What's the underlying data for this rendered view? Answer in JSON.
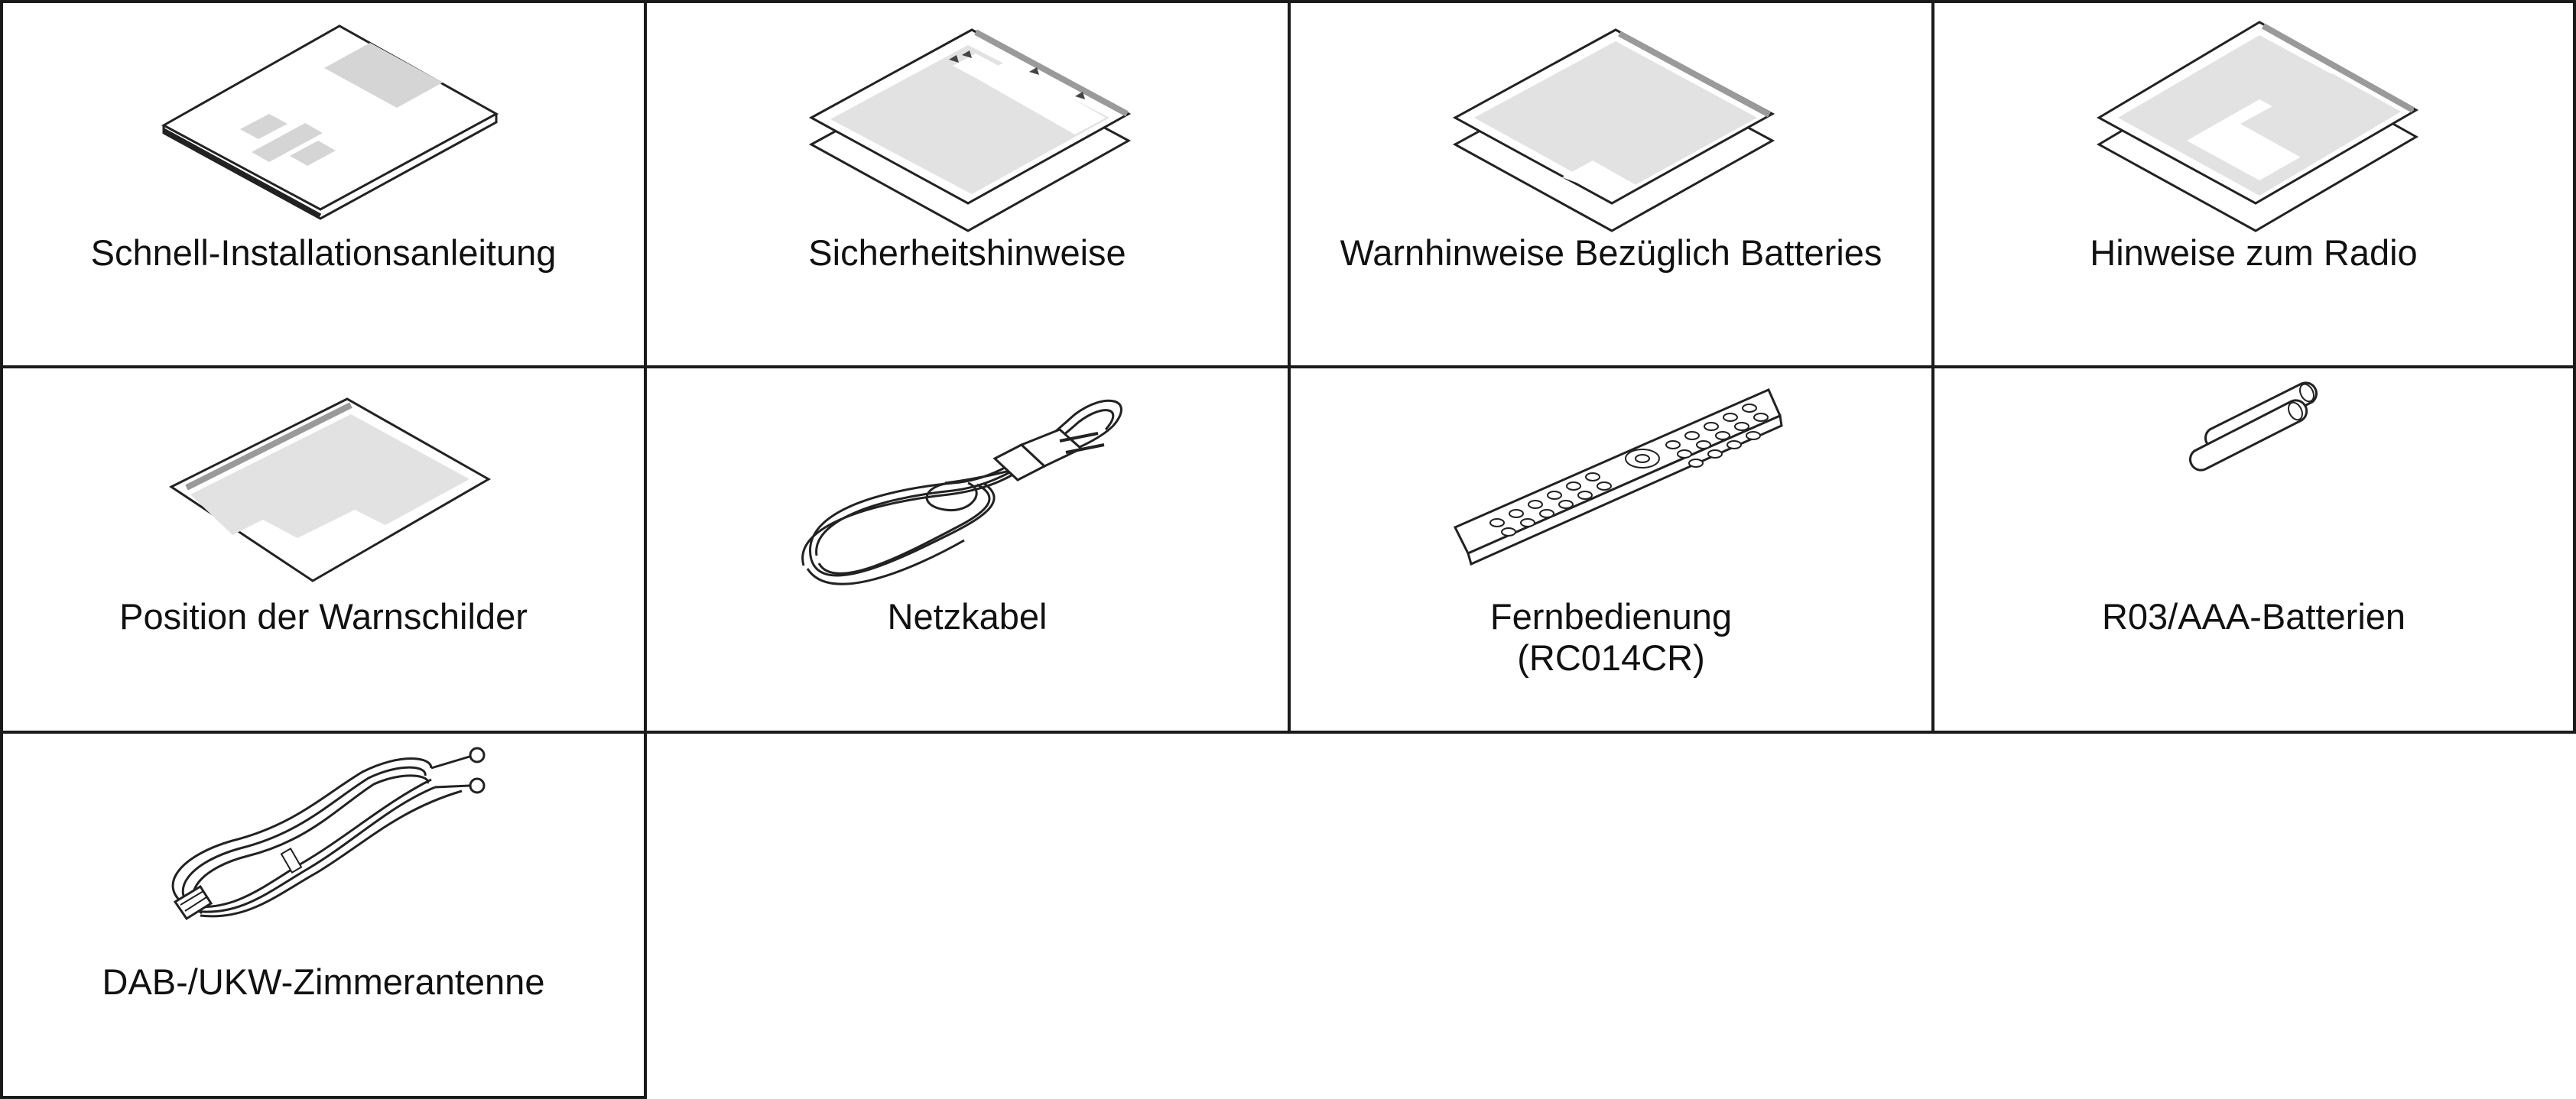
{
  "accessories": [
    {
      "label": "Schnell-Installationsanleitung",
      "icon": "quick-guide-booklet-icon"
    },
    {
      "label": "Sicherheitshinweise",
      "icon": "safety-sheet-icon"
    },
    {
      "label": "Warnhinweise Bezüglich Batteries",
      "icon": "battery-warning-sheet-icon"
    },
    {
      "label": "Hinweise zum Radio",
      "icon": "radio-notes-sheet-icon"
    },
    {
      "label": "Position der Warnschilder",
      "icon": "warning-label-sheet-icon"
    },
    {
      "label": "Netzkabel",
      "icon": "power-cord-icon"
    },
    {
      "label": "Fernbedienung",
      "label2": "(RC014CR)",
      "icon": "remote-control-icon"
    },
    {
      "label": "R03/AAA-Batterien",
      "icon": "aaa-batteries-icon"
    },
    {
      "label": "DAB-/UKW-Zimmerantenne",
      "icon": "indoor-antenna-icon"
    }
  ],
  "colors": {
    "border": "#1a1a1a",
    "sheet_fill": "#e2e2e2",
    "line": "#222222",
    "stripe": "#9a9a9a"
  }
}
